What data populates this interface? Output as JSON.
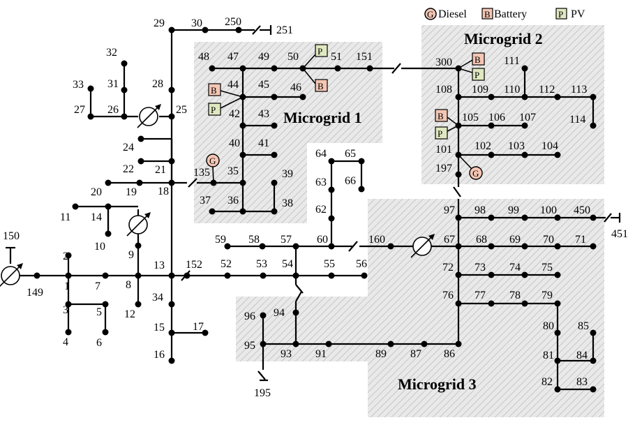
{
  "legend": {
    "diesel": {
      "symbol": "G",
      "label": "Diesel"
    },
    "battery": {
      "symbol": "B",
      "label": "Battery"
    },
    "pv": {
      "symbol": "P",
      "label": "PV"
    }
  },
  "microgrids": [
    {
      "id": "mg1",
      "label": "Microgrid 1"
    },
    {
      "id": "mg2",
      "label": "Microgrid 2"
    },
    {
      "id": "mg3",
      "label": "Microgrid 3"
    }
  ],
  "colors": {
    "microgrid_fill": "#e6e6e6",
    "hatch": "#c8c8c8",
    "battery_fill": "#f4c6b4",
    "pv_fill": "#dfe8c0",
    "diesel_fill": "#f4c6b4"
  },
  "nodes": [
    "1",
    "2",
    "3",
    "4",
    "5",
    "6",
    "7",
    "8",
    "9",
    "10",
    "11",
    "12",
    "13",
    "14",
    "15",
    "16",
    "17",
    "18",
    "19",
    "20",
    "21",
    "22",
    "24",
    "25",
    "26",
    "27",
    "28",
    "29",
    "30",
    "31",
    "32",
    "33",
    "34",
    "35",
    "36",
    "37",
    "38",
    "39",
    "40",
    "41",
    "42",
    "43",
    "44",
    "45",
    "46",
    "47",
    "48",
    "49",
    "50",
    "51",
    "52",
    "53",
    "54",
    "55",
    "56",
    "57",
    "58",
    "59",
    "60",
    "62",
    "63",
    "64",
    "65",
    "66",
    "67",
    "68",
    "69",
    "70",
    "71",
    "72",
    "73",
    "74",
    "75",
    "76",
    "77",
    "78",
    "79",
    "80",
    "81",
    "82",
    "83",
    "84",
    "85",
    "86",
    "87",
    "89",
    "91",
    "93",
    "94",
    "95",
    "96",
    "97",
    "98",
    "99",
    "100",
    "101",
    "102",
    "103",
    "104",
    "105",
    "106",
    "107",
    "108",
    "109",
    "110",
    "111",
    "112",
    "113",
    "114",
    "135",
    "149",
    "150",
    "151",
    "152",
    "160",
    "195",
    "197",
    "250",
    "251",
    "300",
    "450",
    "451"
  ]
}
